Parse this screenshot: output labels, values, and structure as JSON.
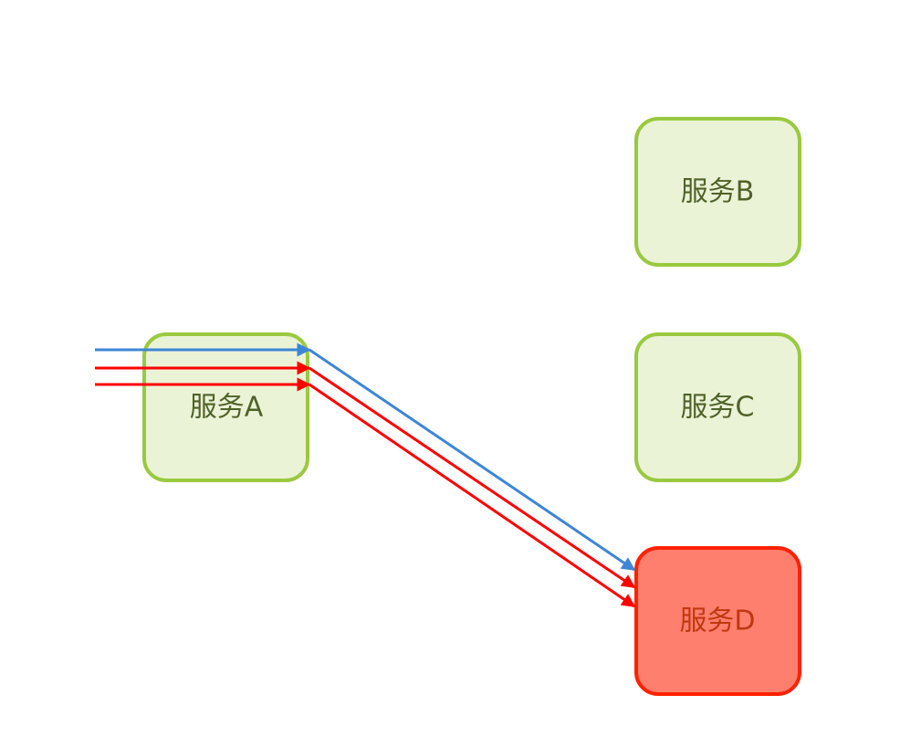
{
  "nodes": [
    {
      "id": "a",
      "label": "服务A",
      "state": "normal"
    },
    {
      "id": "b",
      "label": "服务B",
      "state": "normal"
    },
    {
      "id": "c",
      "label": "服务C",
      "state": "normal"
    },
    {
      "id": "d",
      "label": "服务D",
      "state": "failed"
    }
  ],
  "edges": [
    {
      "from": "entry",
      "to": "a",
      "color": "blue"
    },
    {
      "from": "entry",
      "to": "a",
      "color": "red"
    },
    {
      "from": "entry",
      "to": "a",
      "color": "red"
    },
    {
      "from": "a",
      "to": "d",
      "color": "blue"
    },
    {
      "from": "a",
      "to": "d",
      "color": "red"
    },
    {
      "from": "a",
      "to": "d",
      "color": "red"
    }
  ],
  "colors": {
    "node_fill": "#ebf3d6",
    "node_border": "#99c93f",
    "node_text": "#4f6228",
    "failed_fill": "#ff7f6e",
    "failed_border": "#ff2200",
    "failed_text": "#c0380e",
    "blue": "#3d86d6",
    "red": "#ff0000"
  }
}
